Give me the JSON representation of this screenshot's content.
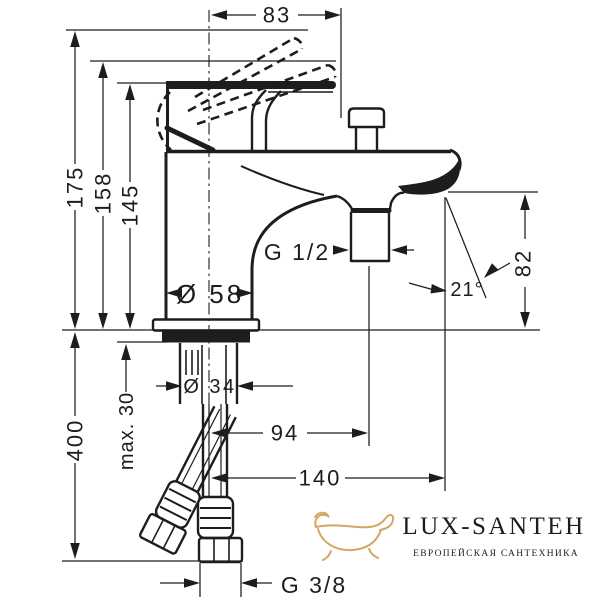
{
  "dimensions": {
    "handle_reach": "83",
    "height_handle_open": "175",
    "height_handle_mid": "158",
    "height_body": "145",
    "shower_outlet_thread": "G 1/2",
    "body_diameter": "Ø 58",
    "spout_angle": "21°",
    "outlet_height": "82",
    "shank_diameter": "Ø 34",
    "deck_thickness_max": "max. 30",
    "hose_length": "400",
    "shower_outlet_offset": "94",
    "spout_reach": "140",
    "hose_thread": "G 3/8"
  },
  "watermark": {
    "title": "LUX-SANTEH",
    "subtitle": "ЕВРОПЕЙСКАЯ САНТЕХНИКА",
    "title_color": "#d9bd92",
    "subtitle_color": "#d8ba8b",
    "icon": "bathtub-icon",
    "icon_color": "#d4a666"
  },
  "colors": {
    "line": "#1d1d1d",
    "background": "#ffffff"
  }
}
